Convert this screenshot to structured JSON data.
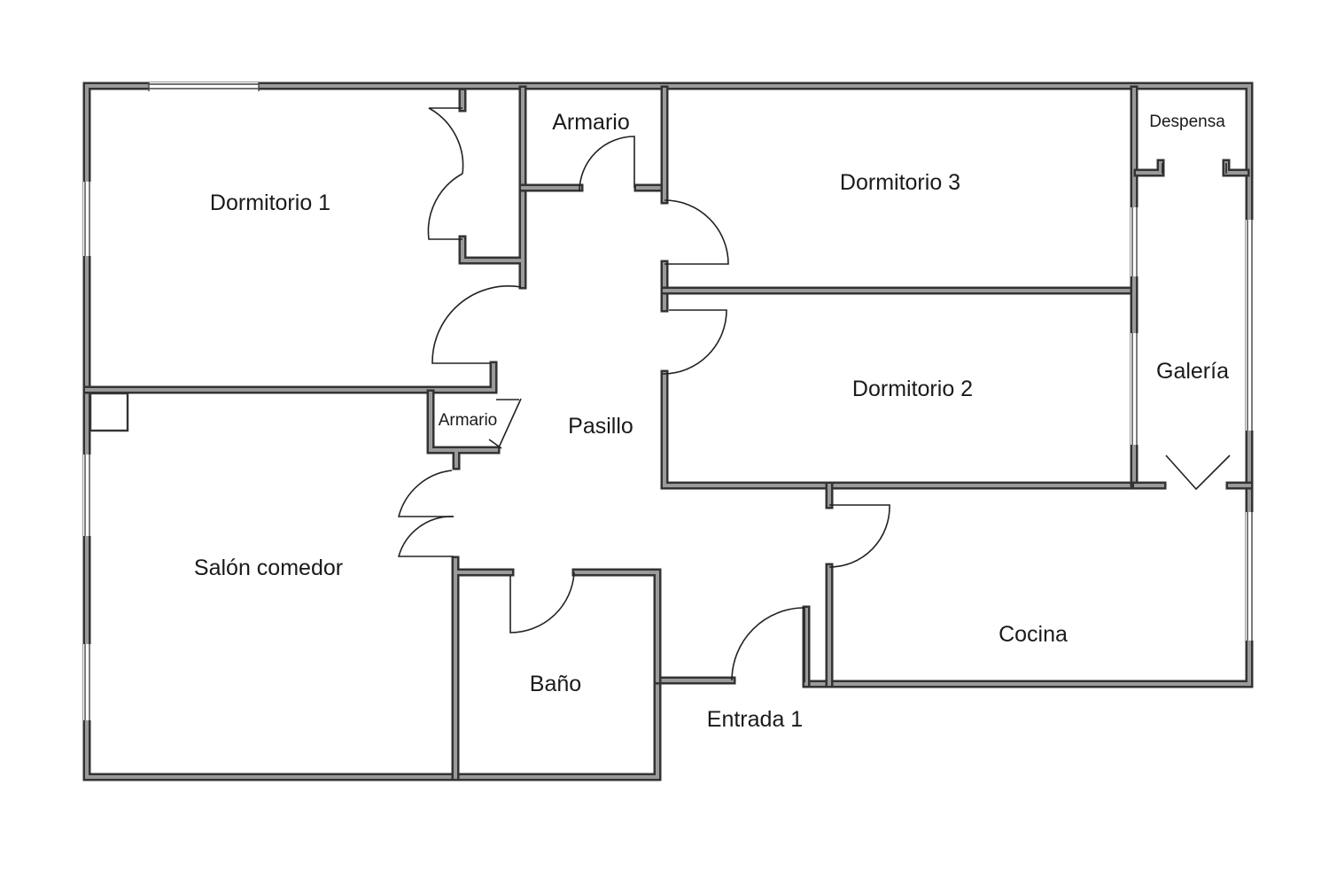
{
  "rooms": {
    "dormitorio1": "Dormitorio 1",
    "armario_top": "Armario",
    "dormitorio3": "Dormitorio 3",
    "despensa": "Despensa",
    "dormitorio2": "Dormitorio 2",
    "galeria": "Galería",
    "armario_small": "Armario",
    "pasillo": "Pasillo",
    "salon": "Salón comedor",
    "bano": "Baño",
    "cocina": "Cocina",
    "entrada": "Entrada 1"
  },
  "colors": {
    "wall": "#333333",
    "wall_inner": "#9a9a9a",
    "background": "#ffffff"
  }
}
